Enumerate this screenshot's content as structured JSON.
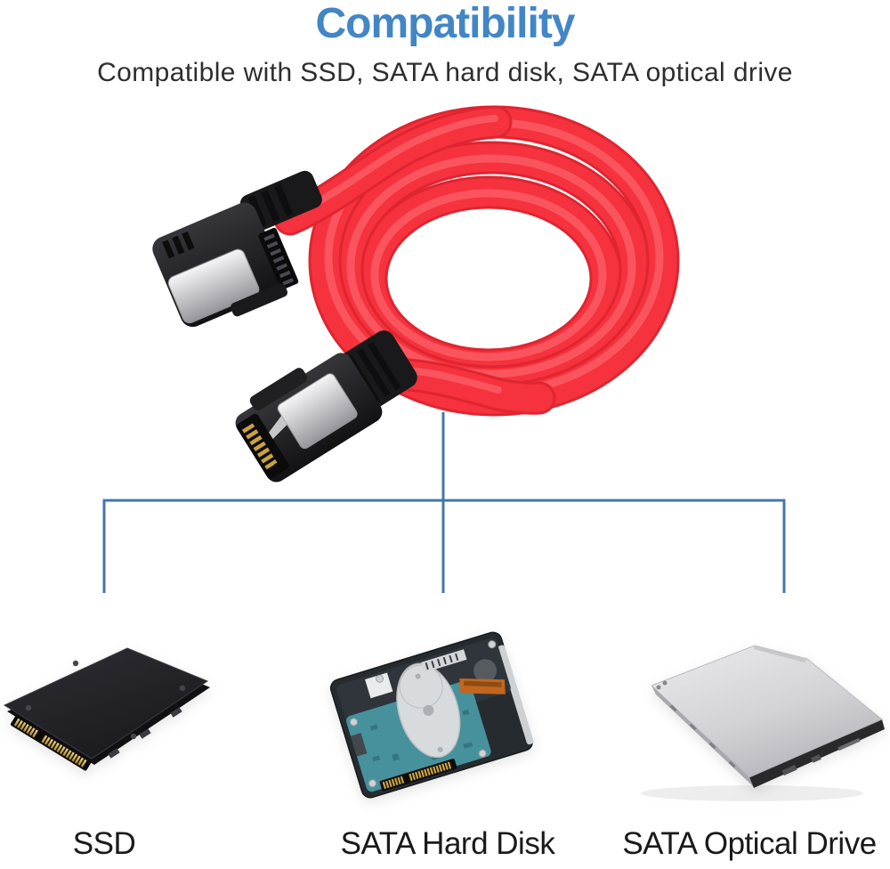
{
  "page": {
    "title": "Compatibility",
    "subtitle": "Compatible with SSD, SATA hard disk, SATA optical drive"
  },
  "cable": {
    "icon": "red-sata-data-cable",
    "connector_left": "right-angle-sata-connector",
    "connector_bottom": "straight-sata-connector"
  },
  "products": [
    {
      "label": "SSD",
      "icon": "ssd-drive"
    },
    {
      "label": "SATA Hard Disk",
      "icon": "hard-disk-drive"
    },
    {
      "label": "SATA Optical Drive",
      "icon": "optical-drive"
    }
  ],
  "colors": {
    "title_blue": "#4286C5",
    "subtitle_gray": "#2E2E2E",
    "label_black": "#1A1A1A",
    "bracket_blue": "#4377AD",
    "cable_red": "#F5323E",
    "cable_red_dark": "#DF2530",
    "cable_red_light": "#FB5E67",
    "connector_black": "#1A1A1C",
    "metal_silver": "#D9D9DC",
    "pin_gold": "#C9A23F",
    "pcb_teal": "#47919D",
    "ssd_black": "#222226",
    "drive_silver": "#D6D6DA",
    "bezel_black": "#29292C"
  }
}
